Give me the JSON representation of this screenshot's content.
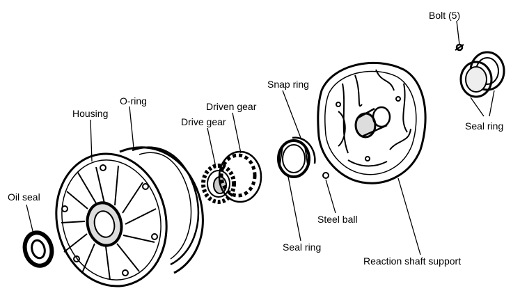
{
  "labels": {
    "bolt": "Bolt (5)",
    "seal_ring_right": "Seal ring",
    "snap_ring": "Snap ring",
    "o_ring": "O-ring",
    "driven_gear": "Driven gear",
    "housing": "Housing",
    "drive_gear": "Drive gear",
    "oil_seal": "Oil seal",
    "steel_ball": "Steel ball",
    "seal_ring_center": "Seal ring",
    "reaction_shaft_support": "Reaction shaft support"
  },
  "colors": {
    "ink": "#000000",
    "background": "#ffffff"
  }
}
